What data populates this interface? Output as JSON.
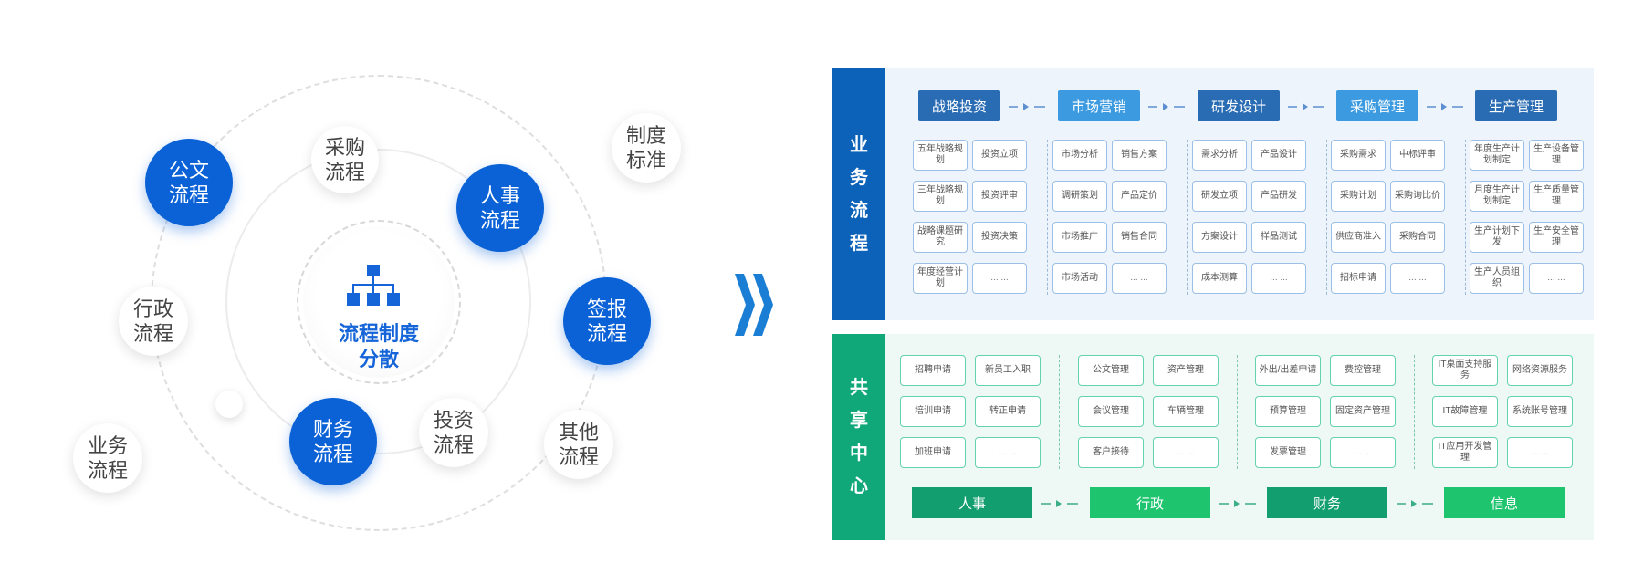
{
  "left": {
    "center_label": "流程制度\n分散",
    "nodes": [
      {
        "label": "公文\n流程",
        "style": "blue"
      },
      {
        "label": "采购\n流程",
        "style": "white"
      },
      {
        "label": "人事\n流程",
        "style": "blue"
      },
      {
        "label": "制度\n标准",
        "style": "white"
      },
      {
        "label": "签报\n流程",
        "style": "blue"
      },
      {
        "label": "行政\n流程",
        "style": "white"
      },
      {
        "label": "财务\n流程",
        "style": "blue"
      },
      {
        "label": "投资\n流程",
        "style": "white"
      },
      {
        "label": "其他\n流程",
        "style": "white"
      },
      {
        "label": "业务\n流程",
        "style": "white"
      }
    ]
  },
  "business": {
    "title": "业务流程",
    "title_chars": [
      "业",
      "务",
      "流",
      "程"
    ],
    "columns": [
      {
        "header": "战略投资",
        "style": "dark",
        "cells": [
          "五年战略规划",
          "投资立项",
          "三年战略规划",
          "投资评审",
          "战略课题研究",
          "投资决策",
          "年度经营计划",
          "... ..."
        ]
      },
      {
        "header": "市场营销",
        "style": "light",
        "cells": [
          "市场分析",
          "销售方案",
          "调研策划",
          "产品定价",
          "市场推广",
          "销售合同",
          "市场活动",
          "... ..."
        ]
      },
      {
        "header": "研发设计",
        "style": "dark",
        "cells": [
          "需求分析",
          "产品设计",
          "研发立项",
          "产品研发",
          "方案设计",
          "样品测试",
          "成本测算",
          "... ..."
        ]
      },
      {
        "header": "采购管理",
        "style": "light",
        "cells": [
          "采购需求",
          "中标评审",
          "采购计划",
          "采购询比价",
          "供应商准入",
          "采购合同",
          "招标申请",
          "... ..."
        ]
      },
      {
        "header": "生产管理",
        "style": "dark",
        "cells": [
          "年度生产计划制定",
          "生产设备管理",
          "月度生产计划制定",
          "生产质量管理",
          "生产计划下发",
          "生产安全管理",
          "生产人员组织",
          "... ..."
        ]
      }
    ]
  },
  "shared": {
    "title": "共享中心",
    "title_chars": [
      "共",
      "享",
      "中",
      "心"
    ],
    "columns": [
      {
        "footer": "人事",
        "style": "dark",
        "cells": [
          "招聘申请",
          "新员工入职",
          "培训申请",
          "转正申请",
          "加班申请",
          "... ..."
        ]
      },
      {
        "footer": "行政",
        "style": "light",
        "cells": [
          "公文管理",
          "资产管理",
          "会议管理",
          "车辆管理",
          "客户接待",
          "... ..."
        ]
      },
      {
        "footer": "财务",
        "style": "dark",
        "cells": [
          "外出/出差申请",
          "费控管理",
          "预算管理",
          "固定资产管理",
          "发票管理",
          "... ..."
        ]
      },
      {
        "footer": "信息",
        "style": "light",
        "cells": [
          "IT桌面支持服务",
          "网络资源服务",
          "IT故障管理",
          "系统账号管理",
          "IT应用开发管理",
          "... ..."
        ]
      }
    ]
  },
  "colors": {
    "blue_node": "#0b62d6",
    "business_side": "#0b62b8",
    "shared_side": "#10a878",
    "business_bg": "#eef4fb",
    "shared_bg": "#eef8f4"
  }
}
